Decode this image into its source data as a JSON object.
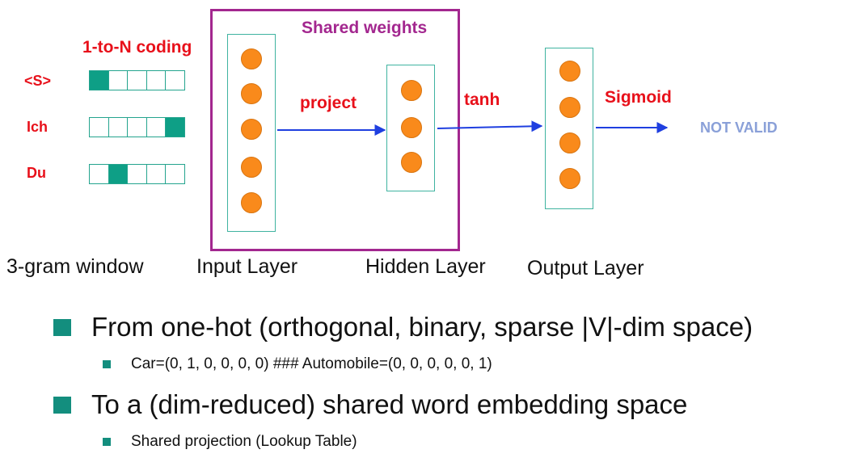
{
  "diagram": {
    "coding_label": "1-to-N coding",
    "shared_weights_label": "Shared weights",
    "tokens": [
      {
        "label": "<S>",
        "hot_index": 0
      },
      {
        "label": "Ich",
        "hot_index": 4
      },
      {
        "label": "Du",
        "hot_index": 1
      }
    ],
    "project_label": "project",
    "tanh_label": "tanh",
    "sigmoid_label": "Sigmoid",
    "output_value": "NOT VALID",
    "captions": {
      "window": "3-gram window",
      "input": "Input Layer",
      "hidden": "Hidden Layer",
      "output": "Output Layer"
    },
    "colors": {
      "label_red": "#e8101a",
      "shared_box": "#a3278f",
      "cell_on": "#0e9f86",
      "neuron": "#f98a1b",
      "arrow": "#1f3fe0",
      "not_valid": "#8aa0d8"
    }
  },
  "bullets": {
    "item1": "From one-hot (orthogonal, binary, sparse |V|-dim space)",
    "item1_sub": "Car=(0, 1, 0, 0, 0, 0)   ###   Automobile=(0, 0, 0, 0, 0, 1)",
    "item2": "To a (dim-reduced) shared word embedding space",
    "item2_sub": "Shared projection (Lookup Table)"
  }
}
